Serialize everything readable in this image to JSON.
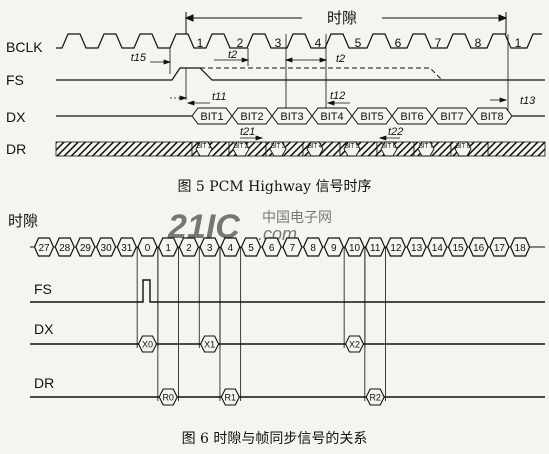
{
  "fig5": {
    "bracket_label": "时隙",
    "signals": [
      "BCLK",
      "FS",
      "DX",
      "DR"
    ],
    "slot_numbers": [
      "1",
      "2",
      "3",
      "4",
      "5",
      "6",
      "7",
      "8",
      "1"
    ],
    "bits_dx": [
      "BIT1",
      "BIT2",
      "BIT3",
      "BIT4",
      "BIT5",
      "BIT6",
      "BIT7",
      "BIT8"
    ],
    "bits_dr": [
      "BIT 1",
      "BIT 2",
      "BIT 3",
      "BIT 4",
      "BIT 5",
      "BIT 6",
      "BIT 7",
      "BIT 8"
    ],
    "timing_labels": [
      "t15",
      "t2",
      "t2",
      "t11",
      "t12",
      "t13",
      "t21",
      "t22"
    ],
    "caption": "图 5  PCM  Highway 信号时序"
  },
  "fig6": {
    "slot_label": "时隙",
    "slots": [
      "27",
      "28",
      "29",
      "30",
      "31",
      "0",
      "1",
      "2",
      "3",
      "4",
      "5",
      "6",
      "7",
      "8",
      "9",
      "10",
      "11",
      "12",
      "13",
      "14",
      "15",
      "16",
      "17",
      "18"
    ],
    "signals": [
      "FS",
      "DX",
      "DR"
    ],
    "dx_markers": [
      {
        "label": "X0",
        "slot": 5
      },
      {
        "label": "X1",
        "slot": 8
      },
      {
        "label": "X2",
        "slot": 15
      }
    ],
    "dr_markers": [
      {
        "label": "R0",
        "slot": 6
      },
      {
        "label": "R1",
        "slot": 9
      },
      {
        "label": "R2",
        "slot": 16
      }
    ],
    "caption": "图 6  时隙与帧同步信号的关系"
  },
  "watermark": {
    "logo": "21IC",
    "text": "中国电子网",
    "domain": ".com",
    "color": "#cf2a2a"
  }
}
